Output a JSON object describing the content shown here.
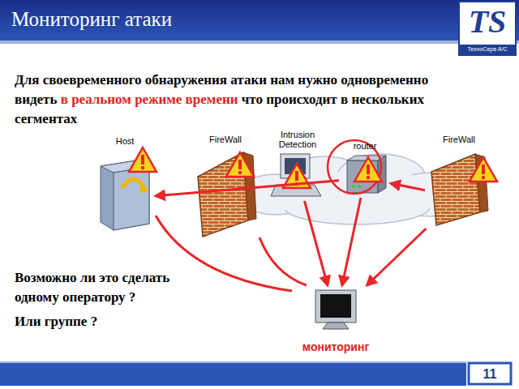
{
  "diagram": {
    "title": "Мониторинг атаки",
    "nodes": [
      {
        "text": [
          "Host"
        ]
      },
      {
        "text": [
          "FireWall"
        ]
      },
      {
        "text": [
          "Intrusion Detection"
        ]
      },
      {
        "text": [
          "router"
        ]
      },
      {
        "text": [
          "FireWall"
        ]
      },
      {
        "text": [
          "мониторинг"
        ]
      }
    ],
    "edges": [
      {
        "from": 4,
        "to": 3,
        "arrow": "to"
      },
      {
        "from": 3,
        "to": 0,
        "arrow": "to"
      },
      {
        "from": 3,
        "to": 5,
        "arrow": "to"
      },
      {
        "from": 2,
        "to": 5,
        "arrow": "to"
      },
      {
        "from": 4,
        "to": 5,
        "arrow": "to"
      },
      {
        "from": 5,
        "to": 0,
        "arrow": "none"
      },
      {
        "from": 5,
        "to": 1,
        "arrow": "none"
      }
    ],
    "labels": [
      "Для своевременного обнаружения атаки нам нужно одновременно видеть",
      "в реальном режиме времени",
      "что происходит в нескольких сегментах",
      "Возможно ли это сделать одному оператору ?",
      "Или группе ?",
      "11",
      "TS",
      "ТехноСерв А/С"
    ]
  }
}
